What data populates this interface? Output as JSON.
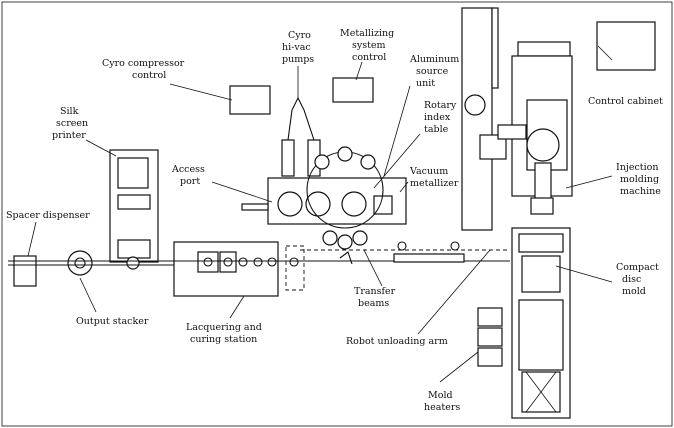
{
  "diagram": {
    "labels": {
      "cyro_compressor": [
        "Cyro compressor",
        "control"
      ],
      "cyro_pumps": [
        "Cyro",
        "hi-vac",
        "pumps"
      ],
      "metallizing": [
        "Metallizing",
        "system",
        "control"
      ],
      "aluminum": [
        "Aluminum",
        "source",
        "unit"
      ],
      "rotary": [
        "Rotary",
        "index",
        "table"
      ],
      "control_cabinet": "Control cabinet",
      "silk_screen": [
        "Silk",
        "screen",
        "printer"
      ],
      "access_port": [
        "Access",
        "port"
      ],
      "vacuum_metallizer": [
        "Vacuum",
        "metallizer"
      ],
      "injection": [
        "Injection",
        "molding",
        "machine"
      ],
      "spacer_dispenser": "Spacer dispenser",
      "output_stacker": "Output stacker",
      "lacquering": [
        "Lacquering and",
        "curing station"
      ],
      "transfer_beams": [
        "Transfer",
        "beams"
      ],
      "robot_arm": "Robot unloading arm",
      "compact_disc": [
        "Compact",
        "disc",
        "mold"
      ],
      "mold_heaters": [
        "Mold",
        "heaters"
      ]
    }
  }
}
